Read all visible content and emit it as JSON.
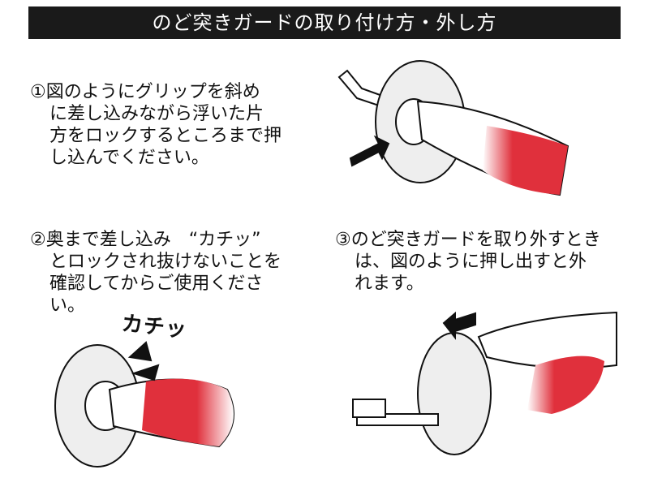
{
  "header": {
    "title": "のど突きガードの取り付け方・外し方"
  },
  "steps": [
    {
      "lines": [
        "①図のようにグリップを斜め",
        "に差し込みながら浮いた片",
        "方をロックするところまで押",
        "し込んでください。"
      ]
    },
    {
      "lines": [
        "②奥まで差し込み　“カチッ”",
        "とロックされ抜けないことを",
        "確認してからご使用くださ",
        "い。"
      ]
    },
    {
      "lines": [
        "③のど突きガードを取り外すとき",
        "は、図のように押し出すと外",
        "れます。"
      ]
    }
  ],
  "illustration_label": "カチッ",
  "colors": {
    "header_bg": "#1a1a1a",
    "grip_red": "#e0303c"
  }
}
